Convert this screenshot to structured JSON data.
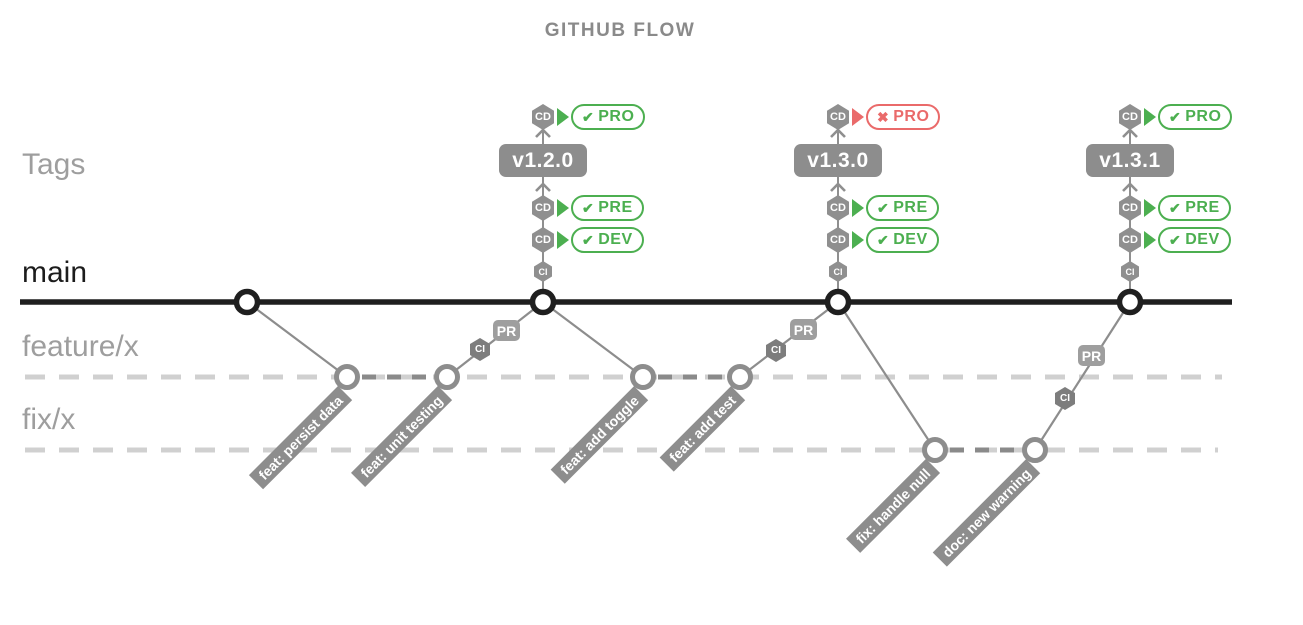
{
  "title": "GITHUB FLOW",
  "lanes": {
    "tags_label": "Tags",
    "main_label": "main",
    "feature_label": "feature/x",
    "fix_label": "fix/x"
  },
  "badges": {
    "cd": "CD",
    "ci": "CI",
    "pr": "PR"
  },
  "icons": {
    "pass": "✔",
    "fail": "✖"
  },
  "releases": [
    {
      "tag": "v1.2.0",
      "environments": [
        {
          "name": "PRO",
          "status": "pass"
        },
        {
          "name": "PRE",
          "status": "pass"
        },
        {
          "name": "DEV",
          "status": "pass"
        }
      ]
    },
    {
      "tag": "v1.3.0",
      "environments": [
        {
          "name": "PRO",
          "status": "fail"
        },
        {
          "name": "PRE",
          "status": "pass"
        },
        {
          "name": "DEV",
          "status": "pass"
        }
      ]
    },
    {
      "tag": "v1.3.1",
      "environments": [
        {
          "name": "PRO",
          "status": "pass"
        },
        {
          "name": "PRE",
          "status": "pass"
        },
        {
          "name": "DEV",
          "status": "pass"
        }
      ]
    }
  ],
  "commit_labels": [
    "feat: persist data",
    "feat: unit testing",
    "feat: add toggle",
    "feat: add test",
    "fix: handle null",
    "doc: new warning"
  ],
  "colors": {
    "pass_green": "#4caf50",
    "fail_red": "#ea6a6a",
    "badge_gray": "#8d8d8d",
    "main_line": "#1f1f1f",
    "lane_label_gray": "#9e9e9e",
    "inactive_dash": "#d0d0d0",
    "active_dash": "#8a8a8a"
  }
}
